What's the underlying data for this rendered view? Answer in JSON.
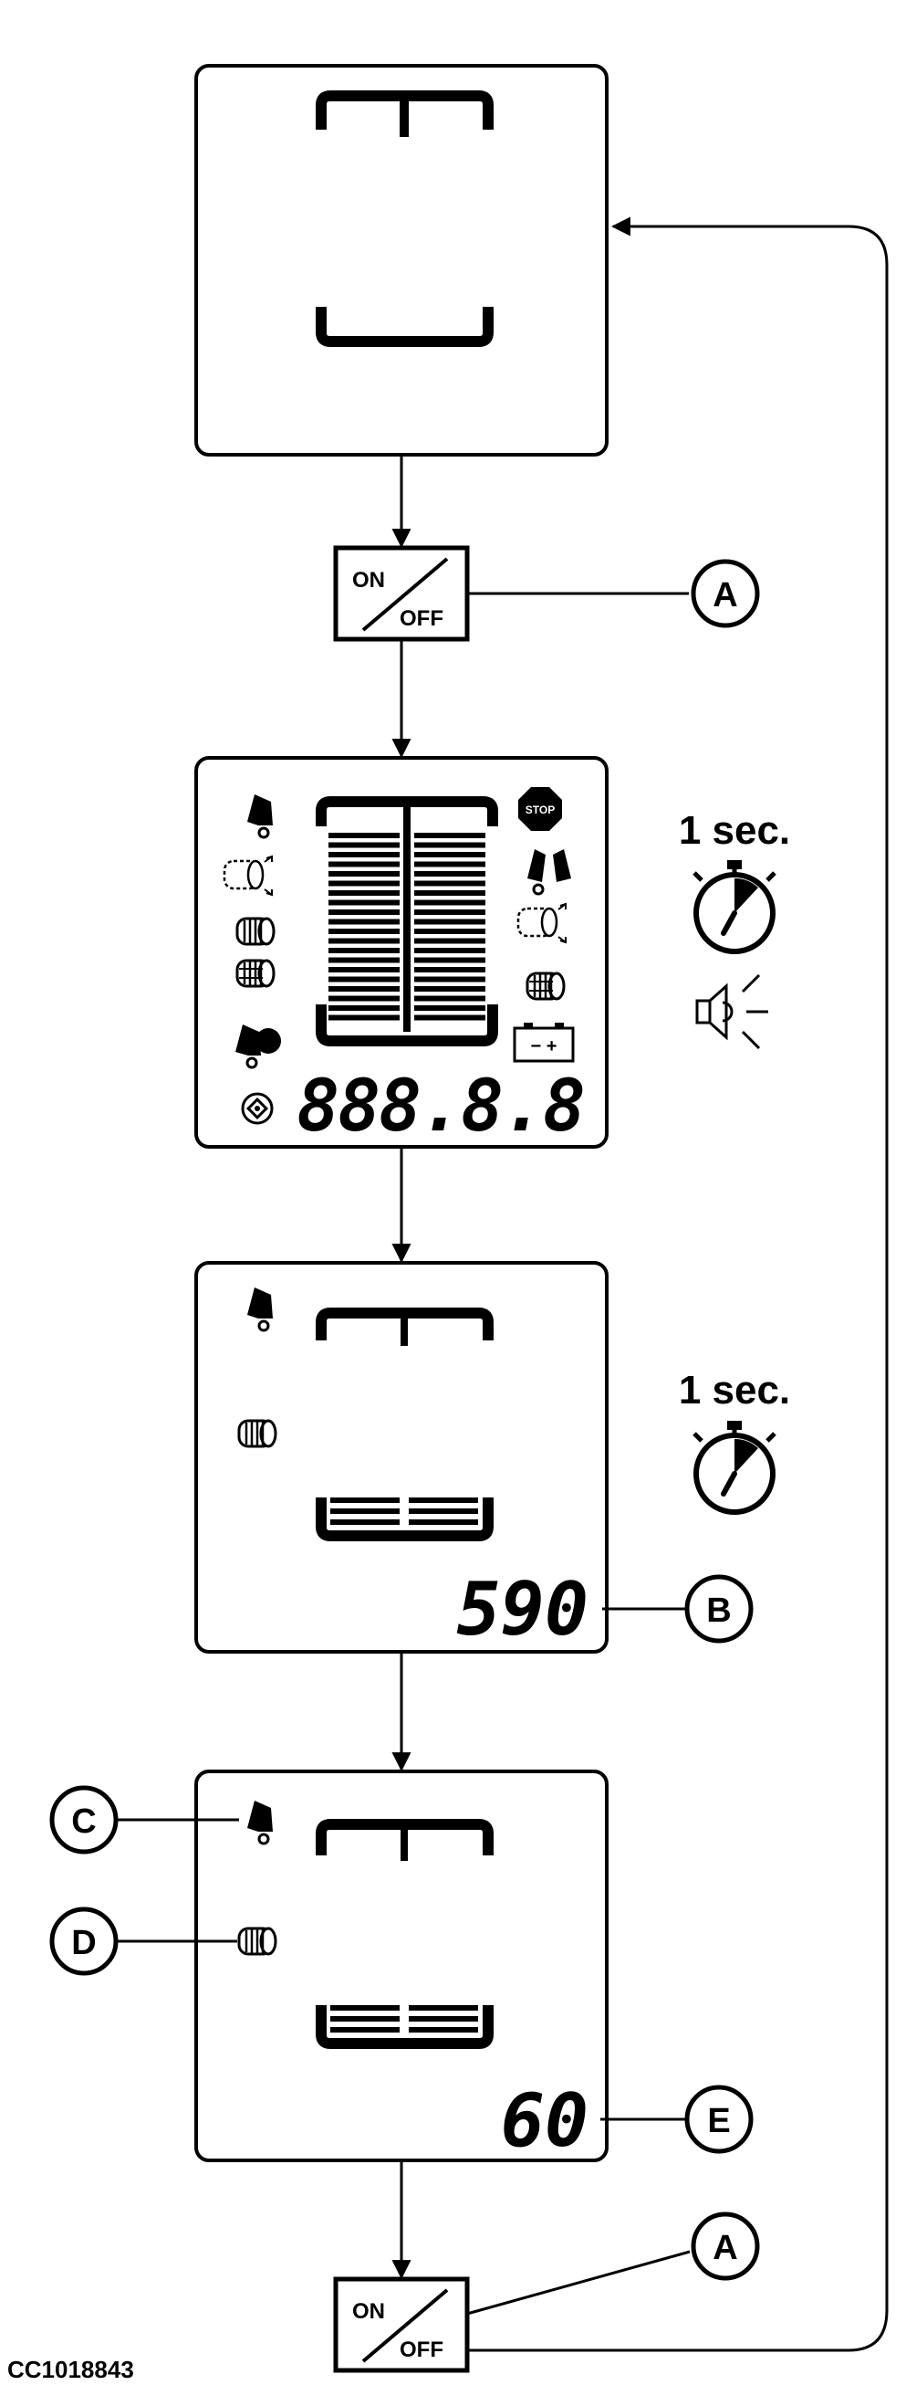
{
  "figure_id": "CC1018843",
  "switch": {
    "on": "ON",
    "off": "OFF"
  },
  "callouts": {
    "a": "A",
    "b": "B",
    "c": "C",
    "d": "D",
    "e": "E"
  },
  "timer_label": "1 sec.",
  "stop_label": "STOP",
  "battery_label": "− +",
  "displays": {
    "test_readout": "888.8.8",
    "bale_count": "590",
    "value_readout": "60"
  }
}
